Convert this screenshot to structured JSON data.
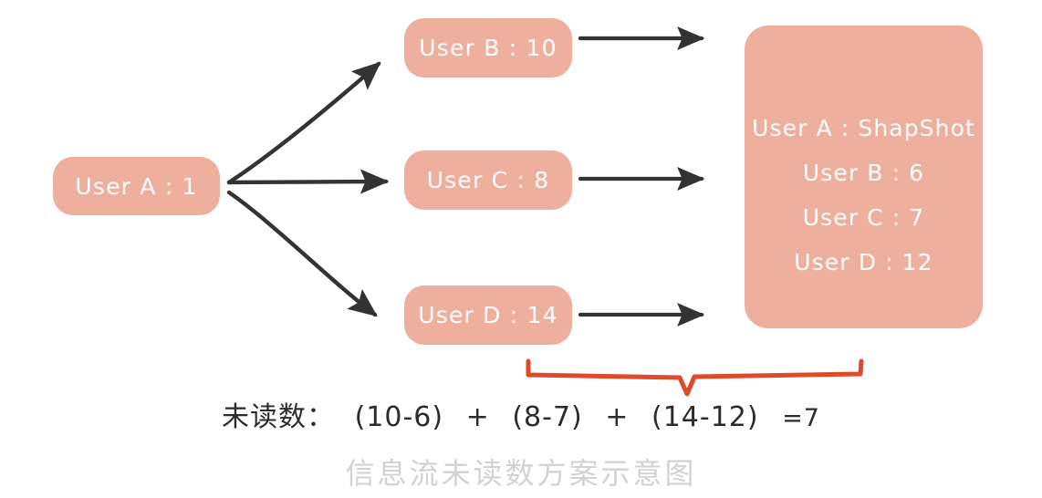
{
  "diagram": {
    "caption": "信息流未读数方案示意图",
    "colors": {
      "node_fill": "#EFAF9D",
      "node_text": "#FFFFFF",
      "arrow": "#333333",
      "brace": "#E04A28",
      "formula_text": "#2B2B2B",
      "caption_text": "#D2D2D2",
      "background": "#FFFFFF"
    },
    "source_node": {
      "id": "user-a",
      "label": "User A : 1",
      "user": "User A",
      "value": "1"
    },
    "fanout_nodes": [
      {
        "id": "user-b",
        "label": "User B : 10",
        "user": "User B",
        "value": "10"
      },
      {
        "id": "user-c",
        "label": "User C : 8",
        "user": "User C",
        "value": "8"
      },
      {
        "id": "user-d",
        "label": "User D : 14",
        "user": "User D",
        "value": "14"
      }
    ],
    "snapshot_panel": {
      "title": "User A : ShapShot",
      "entries": [
        {
          "label": "User B : 6",
          "user": "User B",
          "value": "6"
        },
        {
          "label": "User C : 7",
          "user": "User C",
          "value": "7"
        },
        {
          "label": "User D : 12",
          "user": "User D",
          "value": "12"
        }
      ]
    },
    "formula": {
      "label": "未读数：",
      "terms": [
        {
          "text": "(10-6)"
        },
        {
          "text": "(8-7)"
        },
        {
          "text": "(14-12)"
        }
      ],
      "operator": "+",
      "result": "=7"
    }
  }
}
